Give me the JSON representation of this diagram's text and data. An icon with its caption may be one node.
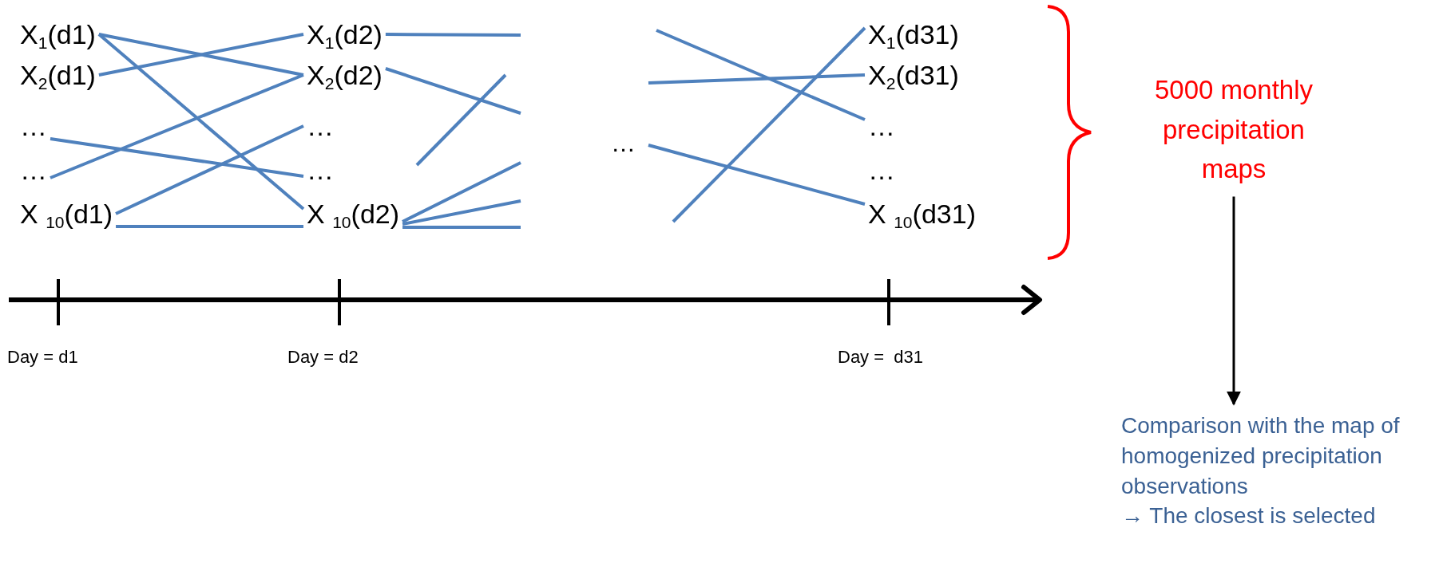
{
  "diagram": {
    "nodes": [
      {
        "text": [
          "X$_{1}$(d1)"
        ]
      },
      {
        "text": [
          "X$_{2}$(d1)"
        ]
      },
      {
        "text": [
          "…"
        ]
      },
      {
        "text": [
          "…"
        ]
      },
      {
        "text": [
          "X $_{10}$(d1)"
        ]
      },
      {
        "text": [
          "X$_{1}$(d2)"
        ]
      },
      {
        "text": [
          "X$_{2}$(d2)"
        ]
      },
      {
        "text": [
          "…"
        ]
      },
      {
        "text": [
          "…"
        ]
      },
      {
        "text": [
          "X $_{10}$(d2)"
        ]
      },
      {
        "text": [
          "X$_{1}$(d31)"
        ]
      },
      {
        "text": [
          "X$_{2}$(d31)"
        ]
      },
      {
        "text": [
          "…"
        ]
      },
      {
        "text": [
          "…"
        ]
      },
      {
        "text": [
          "X $_{10}$(d31)"
        ]
      },
      {
        "text": [
          "5000 monthly precipitation maps"
        ]
      },
      {
        "text": [
          "Comparison with the map of homogenized precipitation observations",
          "→ The closest is selected"
        ]
      }
    ],
    "edges": [
      {
        "from": 0,
        "to": 6,
        "arrow": "none"
      },
      {
        "from": 0,
        "to": 9,
        "arrow": "none"
      },
      {
        "from": 1,
        "to": 5,
        "arrow": "none"
      },
      {
        "from": 2,
        "to": 8,
        "arrow": "none"
      },
      {
        "from": 3,
        "to": 6,
        "arrow": "none"
      },
      {
        "from": 4,
        "to": 7,
        "arrow": "none"
      },
      {
        "from": 4,
        "to": 9,
        "arrow": "none"
      },
      {
        "from": 5,
        "to": null,
        "arrow": "none"
      },
      {
        "from": 6,
        "to": null,
        "arrow": "none"
      },
      {
        "from": 9,
        "to": null,
        "arrow": "none"
      },
      {
        "from": 9,
        "to": null,
        "arrow": "none"
      },
      {
        "from": 9,
        "to": null,
        "arrow": "none"
      },
      {
        "from": null,
        "to": 12,
        "arrow": "none"
      },
      {
        "from": null,
        "to": 11,
        "arrow": "none"
      },
      {
        "from": null,
        "to": 14,
        "arrow": "none"
      },
      {
        "from": null,
        "to": 10,
        "arrow": "none"
      },
      {
        "from": 15,
        "to": 16,
        "arrow": "to",
        "color": "#000000"
      }
    ],
    "labels": [
      "…",
      "Day = d1",
      "Day = d2",
      "Day =  d31"
    ]
  }
}
